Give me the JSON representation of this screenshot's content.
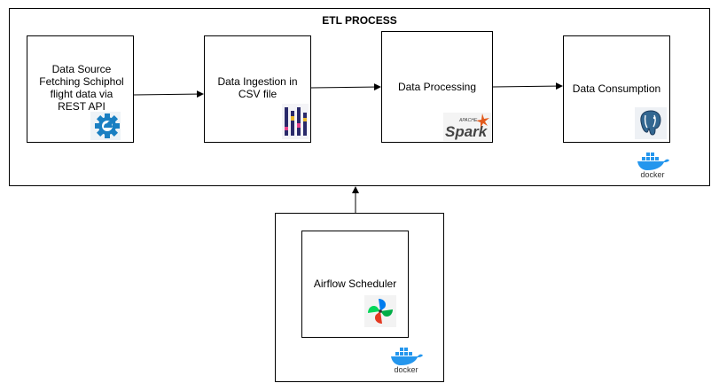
{
  "etl": {
    "title": "ETL PROCESS"
  },
  "steps": {
    "source": {
      "label": "Data Source Fetching Schiphol flight data via REST API"
    },
    "ingestion": {
      "label": "Data Ingestion in CSV file"
    },
    "processing": {
      "label": "Data Processing"
    },
    "consumption": {
      "label": "Data Consumption"
    }
  },
  "scheduler": {
    "label": "Airflow Scheduler"
  },
  "icons": {
    "source": "api-gear-icon",
    "ingestion": "csv-file-icon",
    "processing": "apache-spark-logo",
    "consumption": "postgresql-logo",
    "scheduler": "airflow-logo",
    "container": "docker-logo"
  },
  "logo_text": {
    "spark": "Spark",
    "apache": "APACHE",
    "docker": "docker"
  },
  "colors": {
    "docker": "#2496ed",
    "spark": "#e25a1c",
    "api": "#1a7fc2",
    "postgres": "#336791"
  }
}
